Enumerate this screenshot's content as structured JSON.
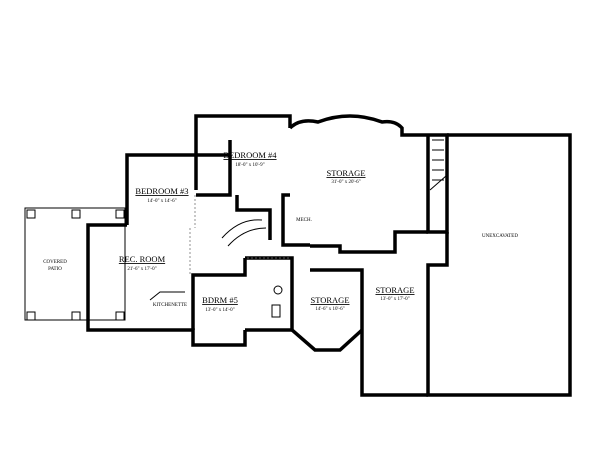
{
  "rooms": {
    "bedroom4": {
      "label": "BEDROOM #4",
      "dims": "18'-0\" x 10'-9\""
    },
    "bedroom3": {
      "label": "BEDROOM #3",
      "dims": "14'-0\" x 14'-6\""
    },
    "rec_room": {
      "label": "REC. ROOM",
      "dims": "21'-6\" x 17'-0\""
    },
    "bdrm5": {
      "label": "BDRM #5",
      "dims": "13'-0\" x 14'-0\""
    },
    "storage_main": {
      "label": "STORAGE",
      "dims": "31'-0\" x 20'-6\""
    },
    "storage_small": {
      "label": "STORAGE",
      "dims": "14'-6\" x 10'-6\""
    },
    "storage_right": {
      "label": "STORAGE",
      "dims": "13'-0\" x 17'-0\""
    },
    "covered_patio": {
      "line1": "COVERED",
      "line2": "PATIO"
    },
    "kitchenette": "KITCHENETTE",
    "mech": "MECH.",
    "unexcavated": "UNEXCAVATED"
  }
}
